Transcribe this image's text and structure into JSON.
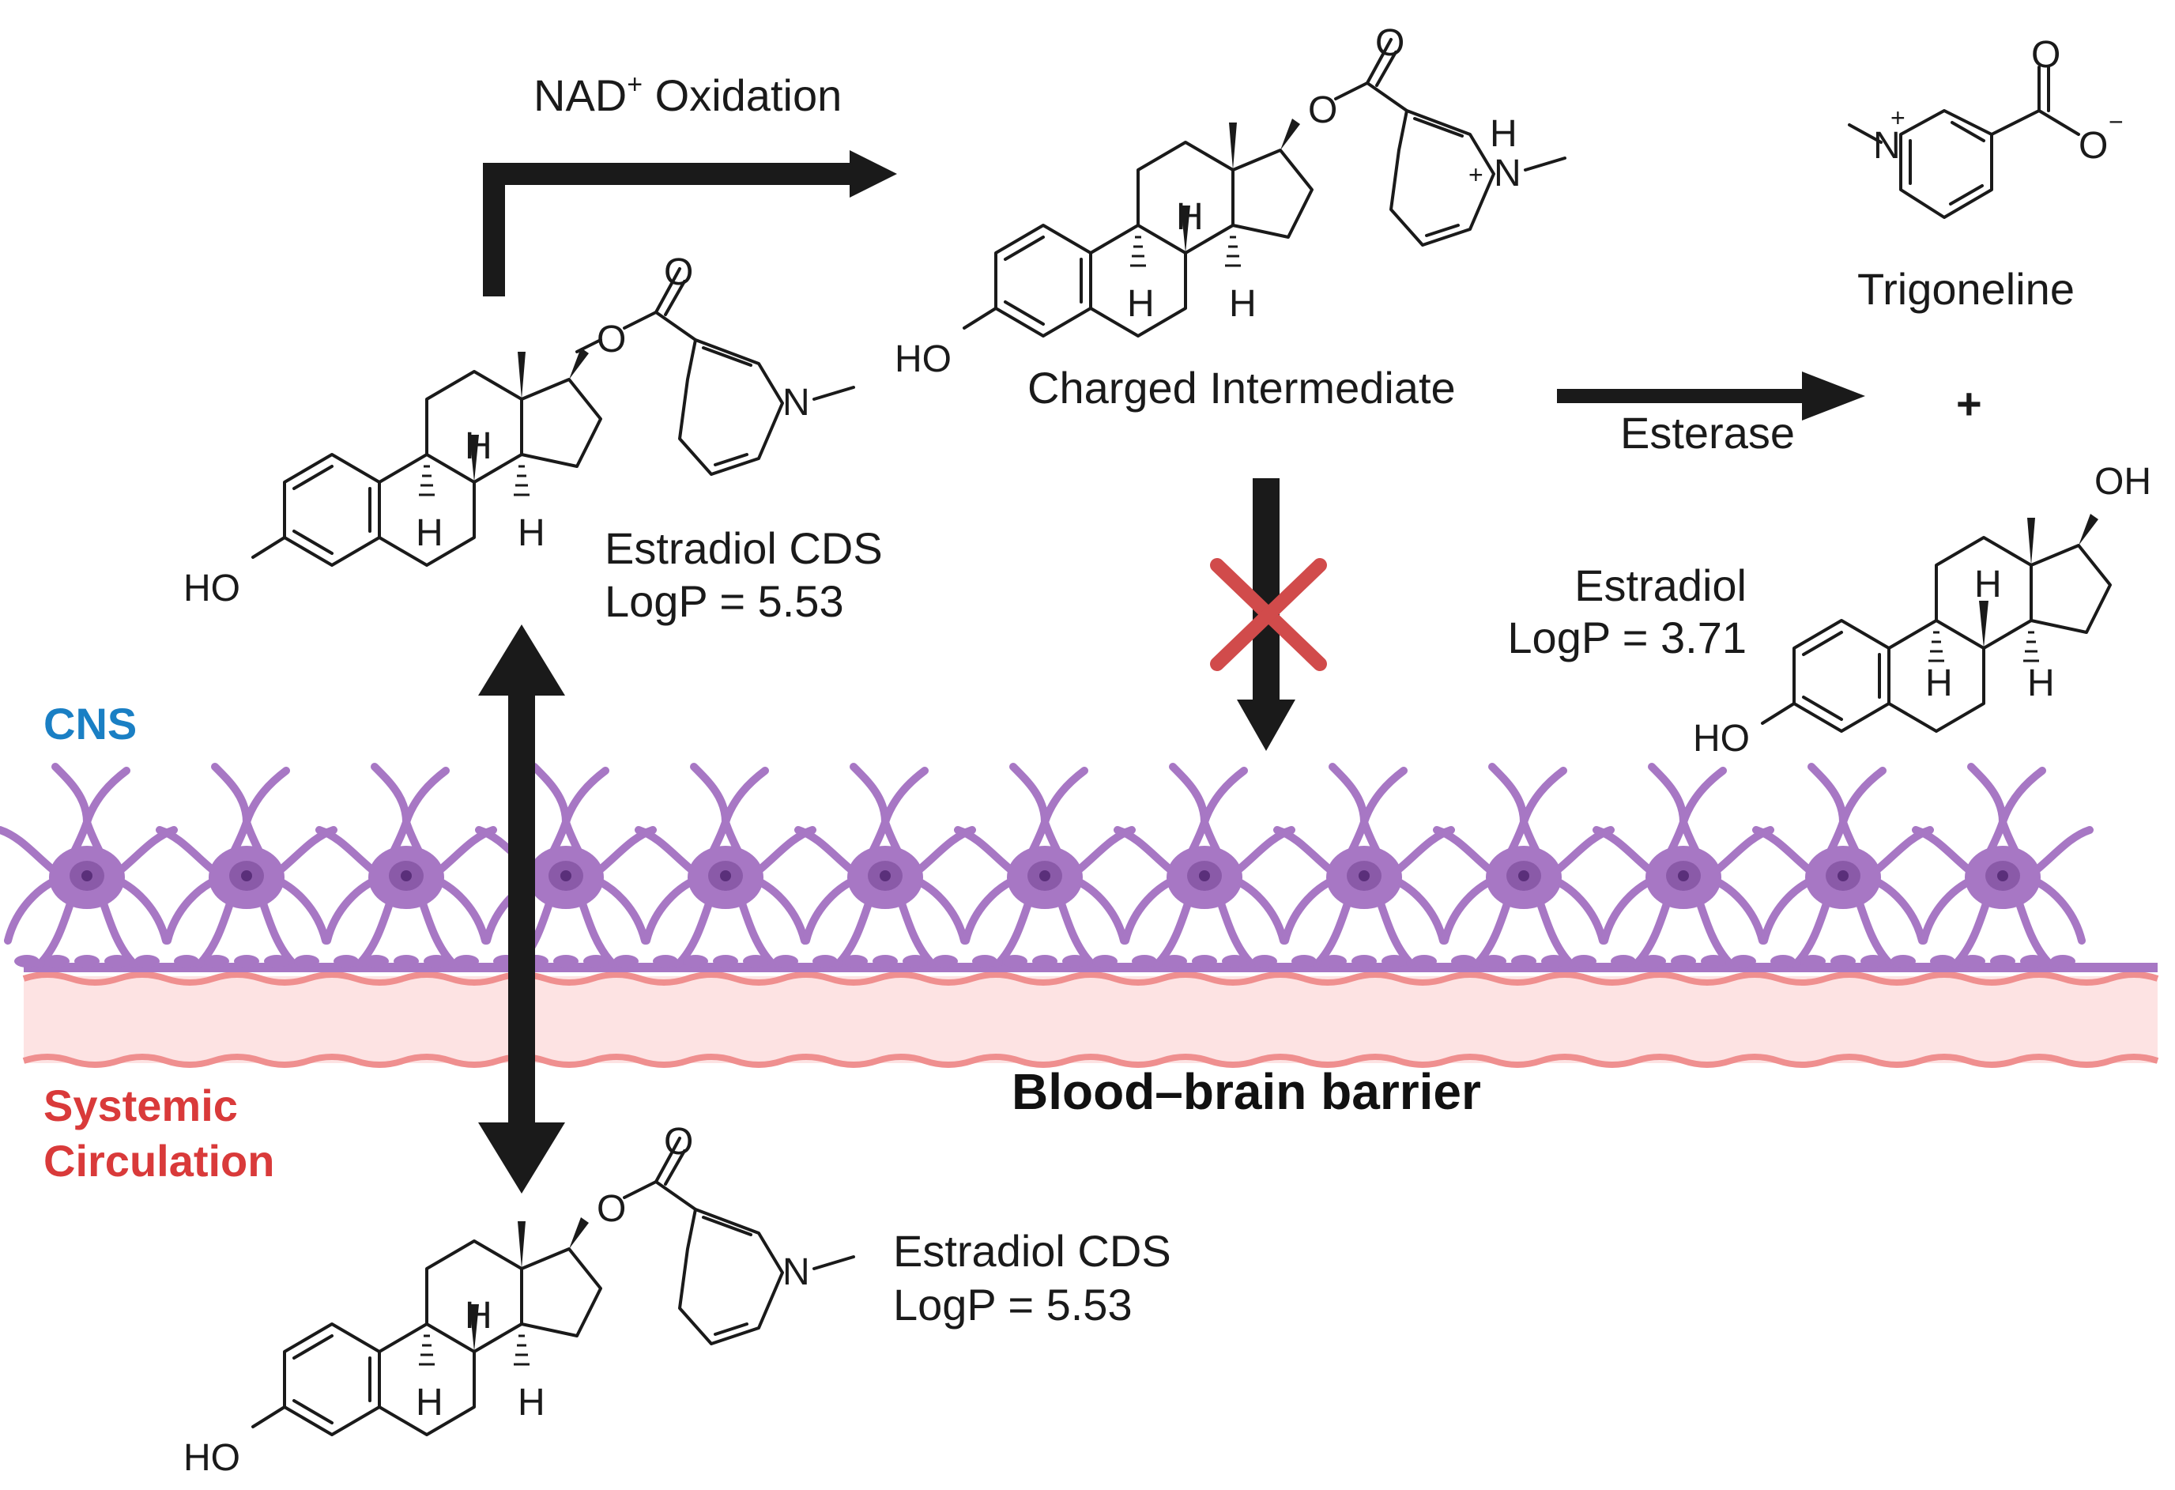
{
  "labels": {
    "nad_oxidation": "NAD",
    "nad_sup": "+",
    "nad_rest": " Oxidation",
    "charged_intermediate": "Charged Intermediate",
    "esterase": "Esterase",
    "trigoneline": "Trigoneline",
    "plus": "+",
    "estradiol_cds_top_1": "Estradiol CDS",
    "estradiol_cds_top_2": "LogP = 5.53",
    "estradiol_1": "Estradiol",
    "estradiol_2": "LogP = 3.71",
    "estradiol_cds_bottom_1": "Estradiol CDS",
    "estradiol_cds_bottom_2": "LogP = 5.53",
    "cns": "CNS",
    "systemic_1": "Systemic",
    "systemic_2": "Circulation",
    "bbb": "Blood–brain barrier"
  },
  "atoms": {
    "ho": "HO",
    "oh": "OH",
    "h": "H",
    "o": "O",
    "n": "N",
    "nh_h": "H",
    "plus": "+",
    "minus": "−"
  },
  "colors": {
    "cns": "#1a7fc4",
    "systemic": "#d93a3a",
    "arrow": "#1a1a1a",
    "cross": "#d14b4b",
    "astrocyte": "#a777c4",
    "astrocyte_dark": "#8a5aa8",
    "nucleus": "#5a2f7a",
    "barrier_band": "#fde3e3",
    "barrier_line": "#ef8f8f"
  },
  "icons": {
    "astrocyte": "astrocyte-cell-icon",
    "blocked": "cross-mark-icon"
  }
}
